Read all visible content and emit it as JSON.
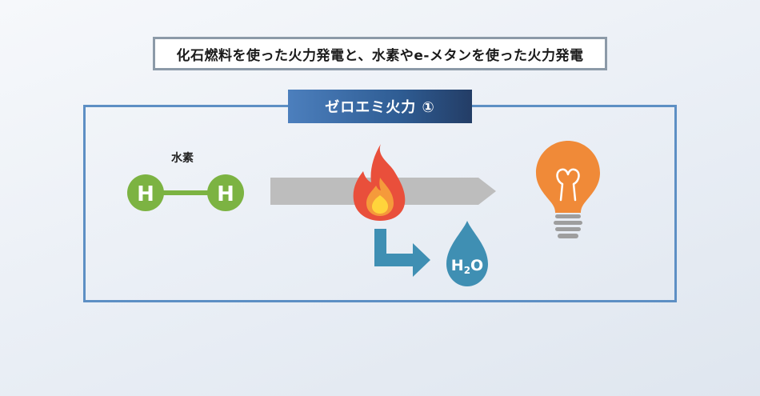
{
  "header": {
    "title": "化石燃料を使った火力発電と、水素やe-メタンを使った火力発電"
  },
  "panel": {
    "label": "ゼロエミ火力 ①"
  },
  "hydrogen": {
    "label": "水素",
    "atom_left": "H",
    "atom_right": "H"
  },
  "water": {
    "formula_main": "H",
    "formula_sub": "2",
    "formula_end": "O"
  },
  "icons": {
    "flame": "flame-icon",
    "droplet": "water-droplet-icon",
    "bulb": "light-bulb-icon"
  },
  "colors": {
    "atom_green": "#7cb342",
    "arrow_gray": "#bdbdbd",
    "flame_red": "#e94f3b",
    "flame_orange": "#f59a3b",
    "flame_yellow": "#ffd43b",
    "water_blue": "#3f8fb3",
    "bulb_orange": "#f08a38",
    "frame_blue": "#5d8fc4"
  }
}
